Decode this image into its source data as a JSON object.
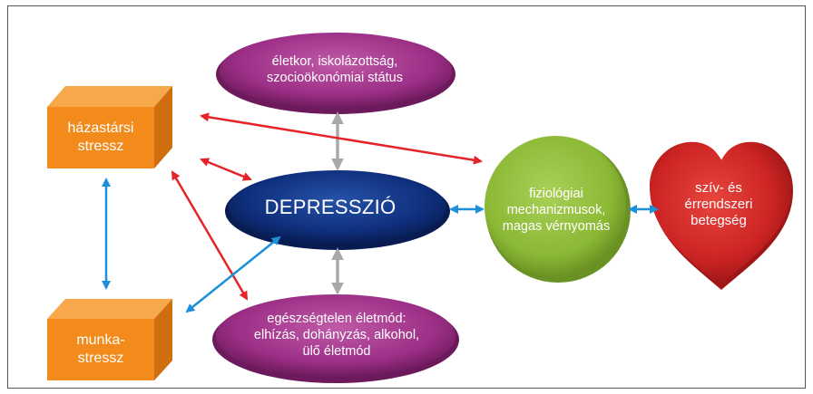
{
  "nodes": {
    "family_stress": [
      "házastársi",
      "stressz"
    ],
    "work_stress": [
      "munka-",
      "stressz"
    ],
    "demographics": [
      "életkor, iskolázottság,",
      "szocioökonómiai státus"
    ],
    "lifestyle": [
      "egészségtelen életmód:",
      "elhízás, dohányzás, alkohol,",
      "ülő életmód"
    ],
    "depression": "DEPRESSZIÓ",
    "physiology": [
      "fiziológiai",
      "mechanizmusok,",
      "magas vérnyomás"
    ],
    "heart": [
      "szív- és",
      "érrendszeri",
      "betegség"
    ]
  },
  "colors": {
    "box_orange": "#f28a1c",
    "purple": "#9c2f86",
    "navy": "#0f2f7c",
    "green": "#93c13a",
    "heart_red": "#d42a2a",
    "arrow_red": "#e5242a",
    "arrow_blue": "#1e90d8",
    "arrow_gray": "#a9a9a9"
  }
}
